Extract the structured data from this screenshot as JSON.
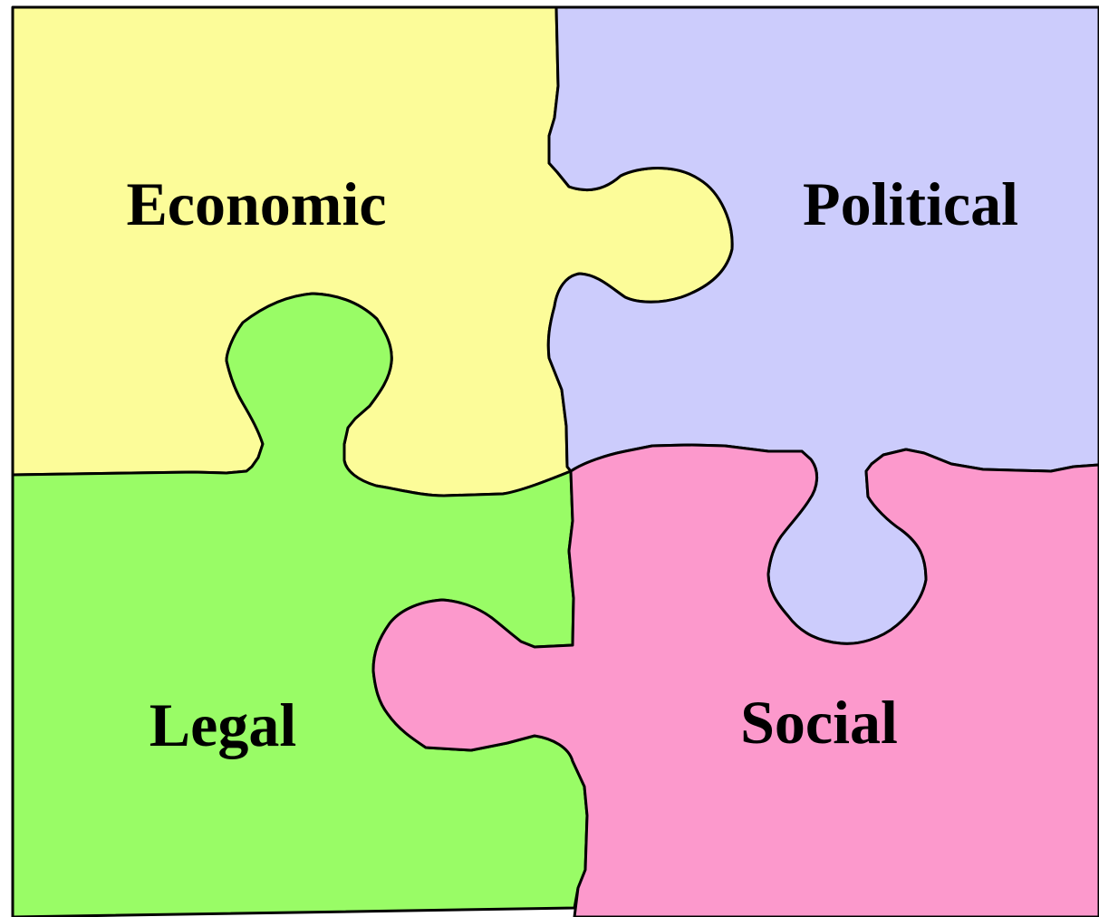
{
  "diagram": {
    "pieces": [
      {
        "id": "economic",
        "label": "Economic",
        "color": "#fcfc99"
      },
      {
        "id": "political",
        "label": "Political",
        "color": "#ccccfc"
      },
      {
        "id": "legal",
        "label": "Legal",
        "color": "#99fc66"
      },
      {
        "id": "social",
        "label": "Social",
        "color": "#fc99cc"
      }
    ]
  }
}
